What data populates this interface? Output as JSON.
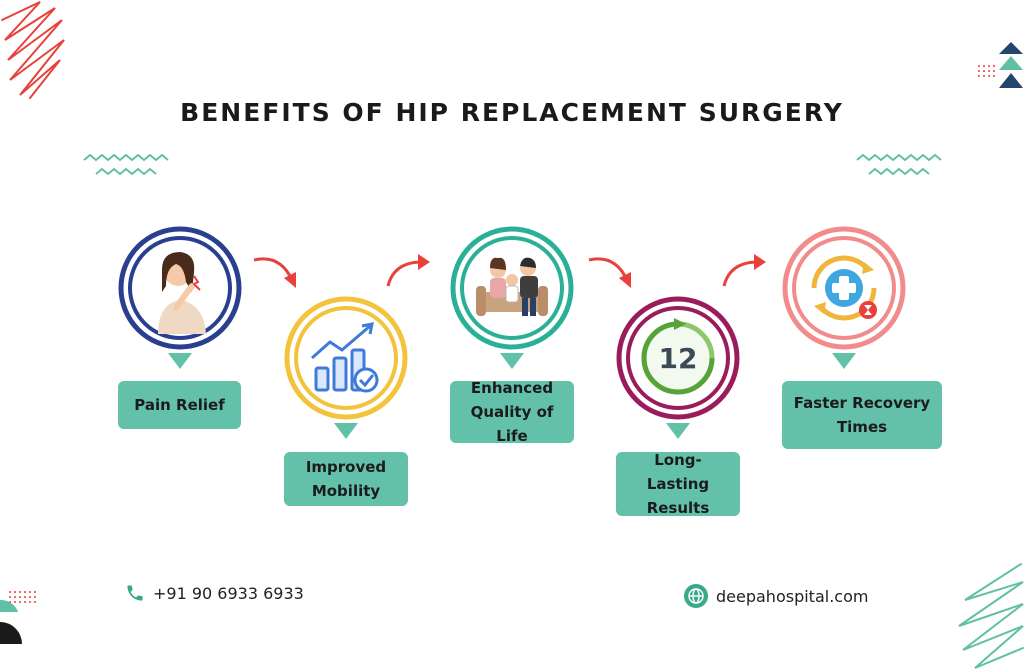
{
  "title": "BENEFITS OF HIP REPLACEMENT SURGERY",
  "steps": [
    {
      "label_line1": "Pain Relief",
      "label_line2": "",
      "ring_color": "#2a3f8f",
      "icon": "pain-person-icon"
    },
    {
      "label_line1": "Improved",
      "label_line2": "Mobility",
      "ring_color": "#f2c33b",
      "icon": "growth-chart-icon"
    },
    {
      "label_line1": "Enhanced",
      "label_line2": "Quality of Life",
      "ring_color": "#2bb097",
      "icon": "family-icon"
    },
    {
      "label_line1": "Long-Lasting",
      "label_line2": "Results",
      "ring_color": "#9b1c5c",
      "icon": "clock-12-icon",
      "clock_number": "12"
    },
    {
      "label_line1": "Faster Recovery",
      "label_line2": "Times",
      "ring_color": "#f28b8b",
      "icon": "medical-cross-timer-icon"
    }
  ],
  "footer": {
    "phone": "+91 90 6933 6933",
    "website": "deepahospital.com"
  },
  "colors": {
    "accent_green": "#63c1a9",
    "arrow_red": "#e8403a",
    "title_dark": "#1a1a1a"
  }
}
